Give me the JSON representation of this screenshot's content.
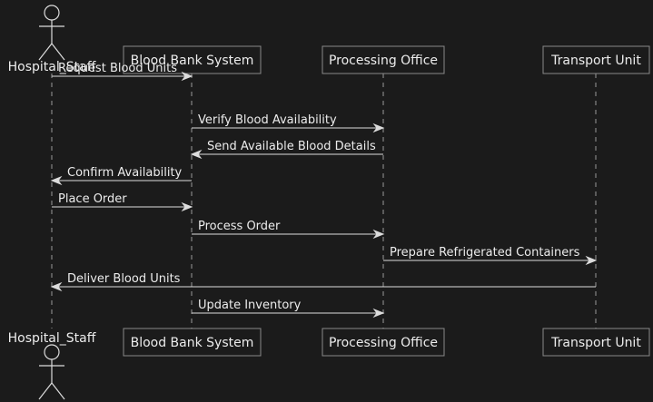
{
  "colors": {
    "background": "#1b1b1b",
    "stroke": "#dcdcdc",
    "lifeline": "#9a9a9a",
    "text": "#ececec",
    "box_fill": "#1b1b1b",
    "box_stroke": "#8a8a8a"
  },
  "participants": [
    {
      "id": "staff",
      "label": "Hospital_Staff",
      "kind": "actor"
    },
    {
      "id": "bbs",
      "label": "Blood Bank System",
      "kind": "box"
    },
    {
      "id": "po",
      "label": "Processing Office",
      "kind": "box"
    },
    {
      "id": "tu",
      "label": "Transport Unit",
      "kind": "box"
    }
  ],
  "messages": [
    {
      "from": "staff",
      "to": "bbs",
      "label": "Request Blood Units"
    },
    {
      "from": "bbs",
      "to": "po",
      "label": "Verify Blood Availability"
    },
    {
      "from": "po",
      "to": "bbs",
      "label": "Send Available Blood Details"
    },
    {
      "from": "bbs",
      "to": "staff",
      "label": "Confirm Availability"
    },
    {
      "from": "staff",
      "to": "bbs",
      "label": "Place Order"
    },
    {
      "from": "bbs",
      "to": "po",
      "label": "Process Order"
    },
    {
      "from": "po",
      "to": "tu",
      "label": "Prepare Refrigerated Containers"
    },
    {
      "from": "tu",
      "to": "staff",
      "label": "Deliver Blood Units"
    },
    {
      "from": "bbs",
      "to": "po",
      "label": "Update Inventory"
    }
  ]
}
